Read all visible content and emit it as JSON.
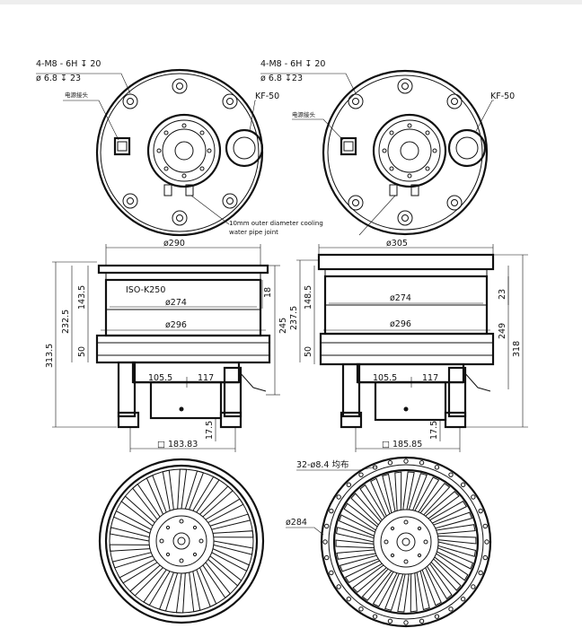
{
  "left_top": {
    "thread": "4-M8 - 6H ↧ 20",
    "hole": "ø 6.8 ↧ 23",
    "power_label": "电源接头",
    "flange": "KF-50"
  },
  "right_top": {
    "thread": "4-M8 - 6H ↧ 20",
    "hole": "ø 6.8 ↧23",
    "power_label": "电源接头",
    "flange": "KF-50"
  },
  "cooling_note": {
    "line1": "10mm outer diameter cooling",
    "line2": "water pipe joint"
  },
  "left_side": {
    "top_dia": "ø290",
    "flange": "ISO-K250",
    "inner_dia": "ø274",
    "body_dia": "ø296",
    "h_total": "313.5",
    "h_232": "232.5",
    "h_143": "143.5",
    "h_50": "50",
    "h_18": "18",
    "h_245": "245",
    "w_105": "105.5",
    "w_117": "117",
    "h_17": "17.5",
    "square": "□ 183.83"
  },
  "right_side": {
    "top_dia": "ø305",
    "inner_dia": "ø274",
    "body_dia": "ø296",
    "h_237": "237.5",
    "h_148": "148.5",
    "h_50": "50",
    "h_23": "23",
    "h_249": "249",
    "h_318": "318",
    "w_105": "105.5",
    "w_117": "117",
    "h_17": "17.5",
    "square": "□ 185.85"
  },
  "right_bottom": {
    "holes": "32-ø8.4 均布",
    "pcd": "ø284"
  }
}
